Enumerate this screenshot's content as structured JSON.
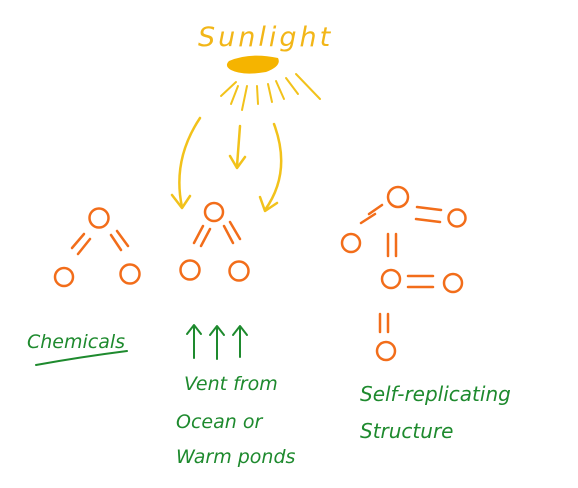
{
  "title": "Sunlight",
  "labels": {
    "chemicals": "Chemicals",
    "vent_line1": "Vent from",
    "vent_line2": "Ocean or",
    "vent_line3": "Warm ponds",
    "self_line1": "Self-replicating",
    "self_line2": "Structure"
  },
  "colors": {
    "sun": "#f5b400",
    "rays": "#f2c21b",
    "atoms": "#f26d1a",
    "labels": "#1e8a2e",
    "title": "#f2b618"
  },
  "icons": {
    "sun": "sun-icon",
    "energy_arrows": "energy-arrow-icon",
    "vent_arrows": "up-arrow-icon"
  }
}
